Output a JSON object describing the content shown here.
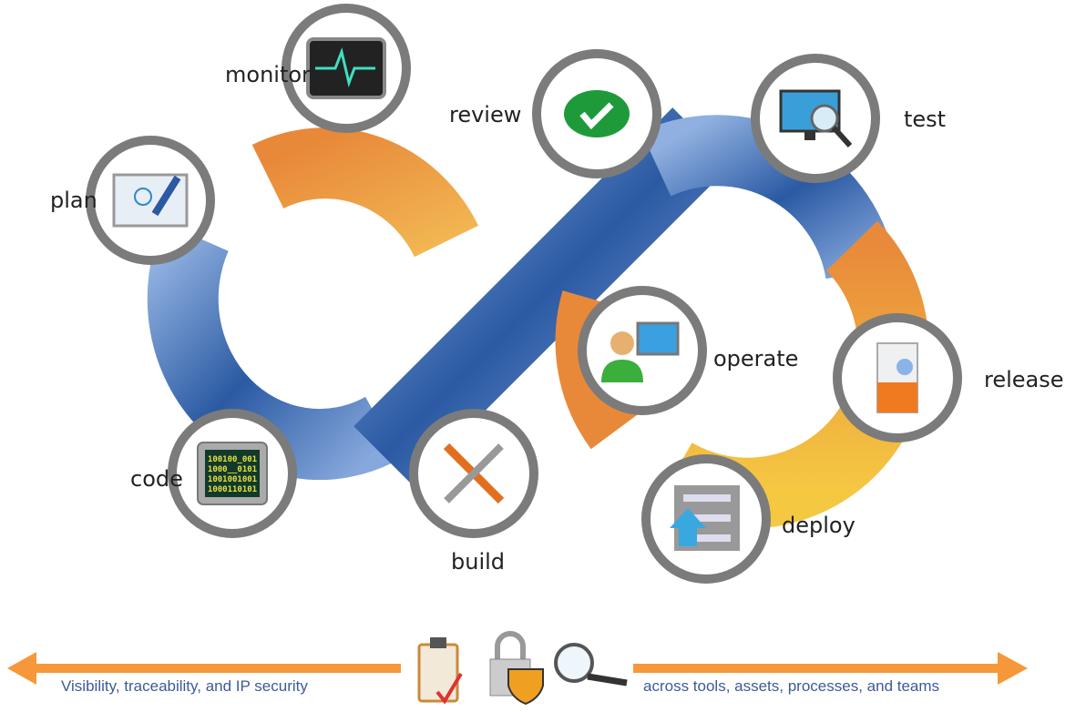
{
  "stages": [
    {
      "id": "monitor",
      "label": "monitor",
      "icon": "heart-monitor-icon"
    },
    {
      "id": "plan",
      "label": "plan",
      "icon": "lightbulb-whiteboard-icon"
    },
    {
      "id": "code",
      "label": "code",
      "icon": "binary-screen-icon",
      "code_lines": [
        "100100_001",
        "1000__0101",
        "1001001001",
        "1000110101"
      ]
    },
    {
      "id": "build",
      "label": "build",
      "icon": "wrench-screwdriver-icon"
    },
    {
      "id": "review",
      "label": "review",
      "icon": "checkmark-icon"
    },
    {
      "id": "test",
      "label": "test",
      "icon": "monitor-magnifier-icon"
    },
    {
      "id": "operate",
      "label": "operate",
      "icon": "user-computer-icon"
    },
    {
      "id": "release",
      "label": "release",
      "icon": "software-box-icon"
    },
    {
      "id": "deploy",
      "label": "deploy",
      "icon": "server-upload-icon"
    }
  ],
  "footer": {
    "left_text": "Visibility, traceability, and IP security",
    "right_text": "across tools, assets, processes, and teams"
  },
  "colors": {
    "blue": "#2e5aa0",
    "orange": "#ec8a35",
    "yellow": "#f3c040",
    "ring": "#7b7b7b",
    "arrow": "#f6983a",
    "caption": "#3d5a99"
  }
}
